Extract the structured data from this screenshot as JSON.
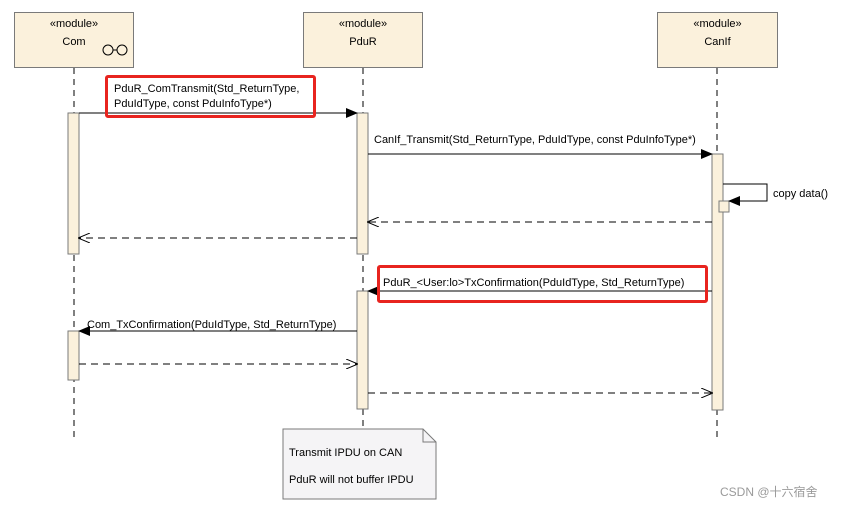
{
  "lifelines": [
    {
      "stereotype": "«module»",
      "name": "Com"
    },
    {
      "stereotype": "«module»",
      "name": "PduR"
    },
    {
      "stereotype": "«module»",
      "name": "CanIf"
    }
  ],
  "messages": {
    "com_transmit_line1": "PduR_ComTransmit(Std_ReturnType,",
    "com_transmit_line2": "PduIdType, const PduInfoType*)",
    "canif_transmit": "CanIf_Transmit(Std_ReturnType, PduIdType, const PduInfoType*)",
    "copy_data": "copy data()",
    "tx_confirmation_pdur": "PduR_<User:lo>TxConfirmation(PduIdType, Std_ReturnType)",
    "tx_confirmation_com": "Com_TxConfirmation(PduIdType, Std_ReturnType)"
  },
  "note": {
    "line1": "Transmit IPDU on CAN",
    "line2": "PduR will not buffer IPDU"
  },
  "watermark": "CSDN @十六宿舍",
  "colors": {
    "lifeline_fill": "#fbf1dc",
    "highlight": "#e8241f"
  }
}
